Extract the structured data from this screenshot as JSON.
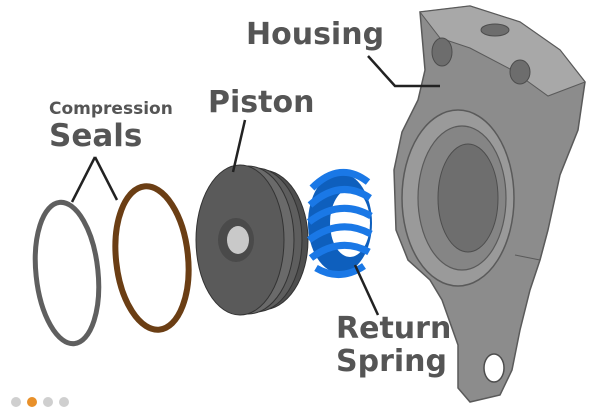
{
  "labels": {
    "housing": "Housing",
    "piston": "Piston",
    "compression": "Compression",
    "seals": "Seals",
    "return": "Return",
    "spring": "Spring"
  },
  "colors": {
    "label_text": "#555555",
    "seal_gray": "#5f5f5f",
    "seal_brown": "#6b3e14",
    "piston": "#5a5a5a",
    "spring": "#1a78e6",
    "housing": "#8a8a8a",
    "dot_active": "#e8902a",
    "dot_inactive": "#cfcfcf"
  },
  "carousel": {
    "count": 4,
    "active_index": 1
  }
}
